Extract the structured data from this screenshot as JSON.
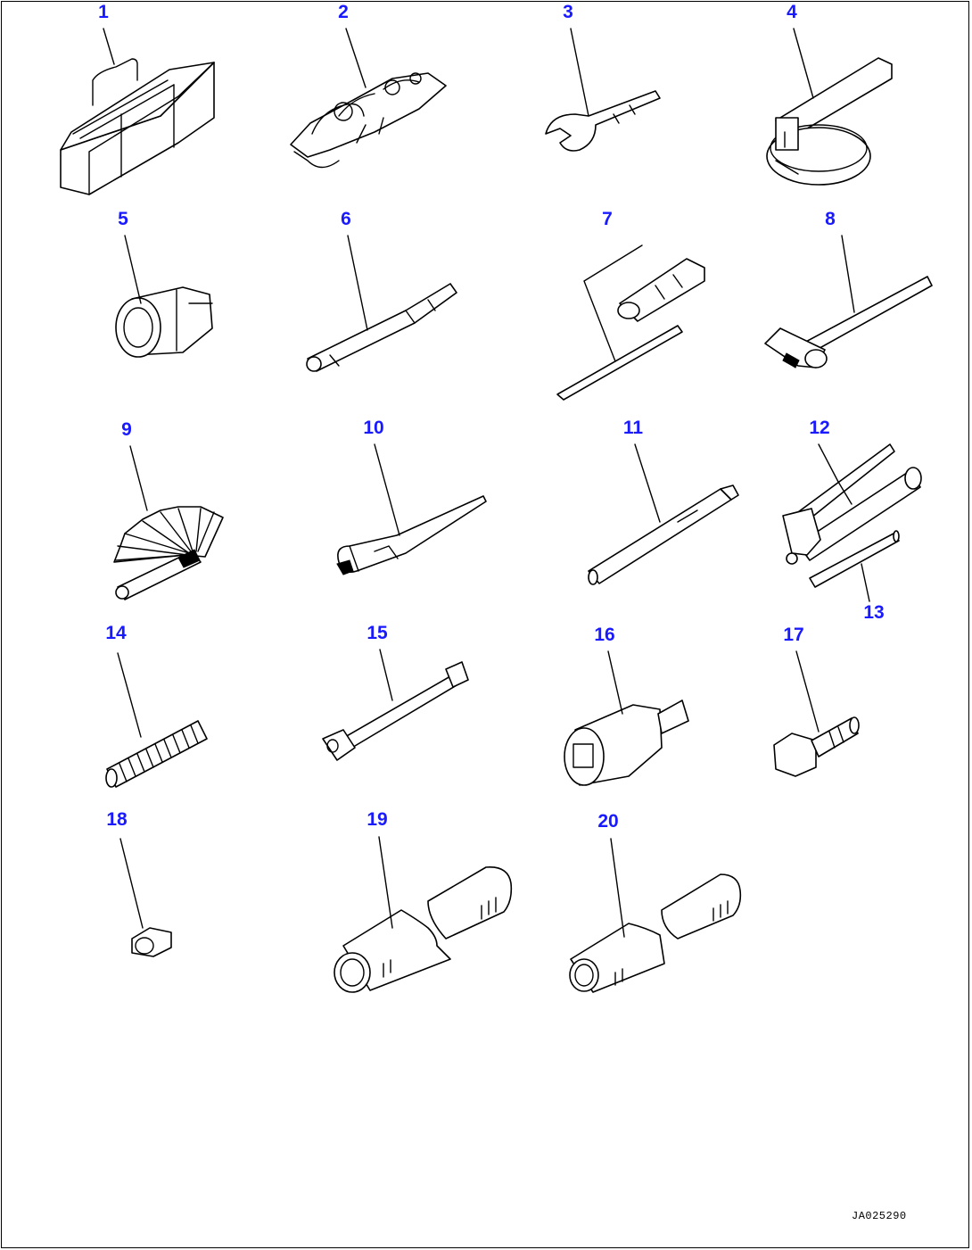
{
  "label_color": "#1a1aff",
  "figure_code": "JA025290",
  "parts": [
    {
      "id": "1"
    },
    {
      "id": "2"
    },
    {
      "id": "3"
    },
    {
      "id": "4"
    },
    {
      "id": "5"
    },
    {
      "id": "6"
    },
    {
      "id": "7"
    },
    {
      "id": "8"
    },
    {
      "id": "9"
    },
    {
      "id": "10"
    },
    {
      "id": "11"
    },
    {
      "id": "12"
    },
    {
      "id": "13"
    },
    {
      "id": "14"
    },
    {
      "id": "15"
    },
    {
      "id": "16"
    },
    {
      "id": "17"
    },
    {
      "id": "18"
    },
    {
      "id": "19"
    },
    {
      "id": "20"
    }
  ]
}
